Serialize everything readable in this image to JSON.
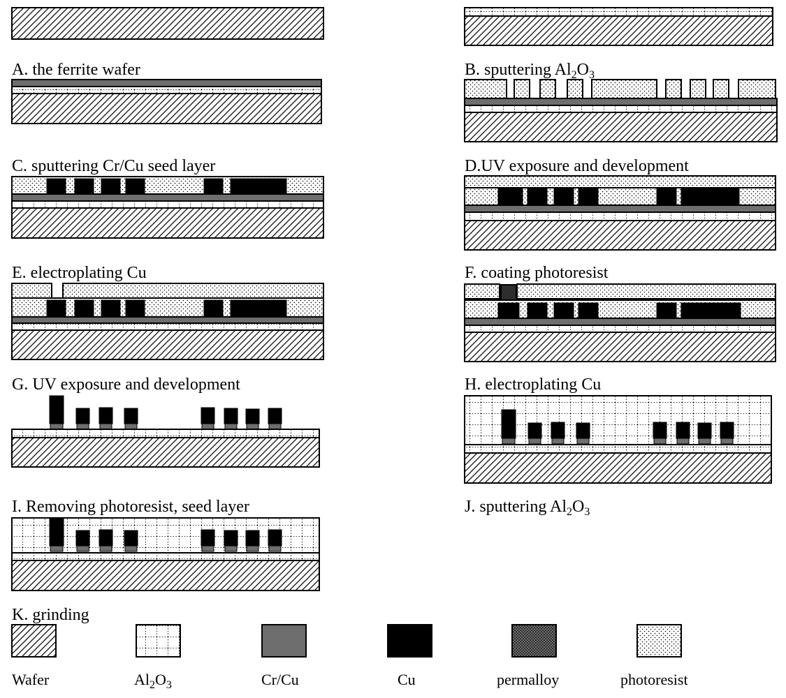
{
  "steps": {
    "A": "A. the ferrite wafer",
    "B_pre": "B. sputtering Al",
    "B_s1": "2",
    "B_mid": "O",
    "B_s2": "3",
    "C": "C. sputtering Cr/Cu seed layer",
    "D": "D.UV exposure and development",
    "E": "E. electroplating Cu",
    "F": "F. coating photoresist",
    "G": "G. UV exposure and development",
    "H": "H. electroplating Cu",
    "I": "I. Removing photoresist, seed layer",
    "J_pre": "J. sputtering Al",
    "J_s1": "2",
    "J_mid": "O",
    "J_s2": "3",
    "K": "K. grinding"
  },
  "legend": {
    "wafer": "Wafer",
    "al2o3_pre": "Al",
    "al2o3_s1": "2",
    "al2o3_mid": "O",
    "al2o3_s2": "3",
    "crcu": "Cr/Cu",
    "cu": "Cu",
    "permalloy": "permalloy",
    "photoresist": "photoresist"
  },
  "colors": {
    "crcu": "#6e6e6e",
    "cu": "#000000",
    "permalloy_fill": "#2e2e2e",
    "background": "#ffffff"
  }
}
